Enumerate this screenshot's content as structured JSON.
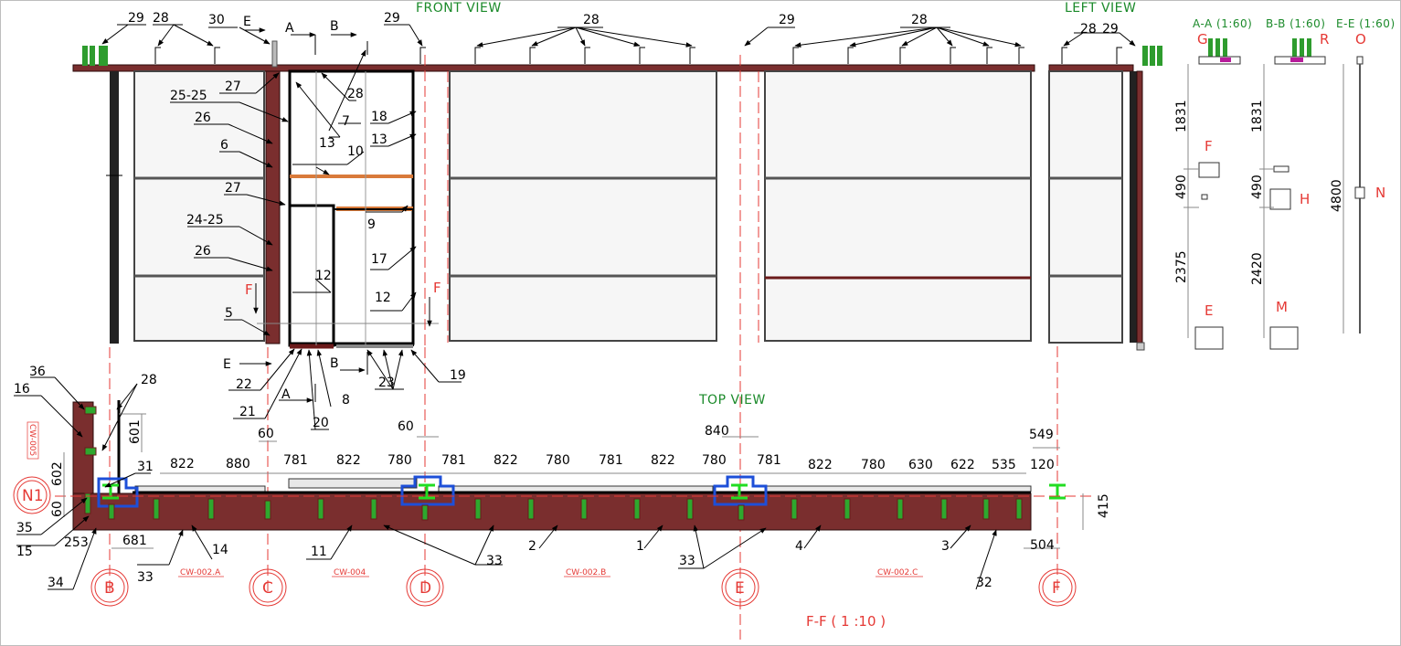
{
  "views": {
    "front": "FRONT VIEW",
    "left": "LEFT VIEW",
    "top": "TOP VIEW",
    "section_aa": "A-A (1:60)",
    "section_bb": "B-B (1:60)",
    "section_ee": "E-E (1:60)",
    "section_ff": "F-F ( 1 :10 )"
  },
  "callouts_front": {
    "c29a": "29",
    "c28a": "28",
    "c30": "30",
    "cE_top": "E",
    "cA_top": "A",
    "cB_top": "B",
    "c29b": "29",
    "c28b": "28",
    "c29c": "29",
    "c28c": "28",
    "c28d": "28",
    "c29d": "29",
    "c27a": "27",
    "c25_25": "25-25",
    "c26a": "26",
    "c6": "6",
    "c27b": "27",
    "c24_25": "24-25",
    "c26b": "26",
    "cF_left": "F",
    "c5": "5",
    "cE_bot": "E",
    "c22": "22",
    "c21": "21",
    "cA_bot": "A",
    "c20": "20",
    "c8": "8",
    "cB_bot": "B",
    "c23": "23",
    "c19": "19",
    "c28e": "28",
    "c7": "7",
    "c13a": "13",
    "c18": "18",
    "c13b": "13",
    "c10": "10",
    "c9": "9",
    "c17": "17",
    "c12a": "12",
    "c12b": "12",
    "cF_right": "F"
  },
  "callouts_top": {
    "c36": "36",
    "c16": "16",
    "c28": "28",
    "c31": "31",
    "c35": "35",
    "c15": "15",
    "c34": "34",
    "c33a": "33",
    "c14": "14",
    "c11": "11",
    "c33b": "33",
    "c2": "2",
    "c1": "1",
    "c33c": "33",
    "c4": "4",
    "c3": "3",
    "c32": "32"
  },
  "drawing_refs": {
    "cw005": "CW-005",
    "cw002a": "CW-002.A",
    "cw004": "CW-004",
    "cw002b": "CW-002.B",
    "cw002c": "CW-002.C"
  },
  "grid_axes": {
    "n1": "N1",
    "b": "B",
    "c": "C",
    "d": "D",
    "e": "E",
    "f": "F"
  },
  "dimensions_top": {
    "d60a": "60",
    "d60b": "60",
    "d840": "840",
    "d549": "549",
    "row": [
      "822",
      "880",
      "781",
      "822",
      "780",
      "781",
      "822",
      "780",
      "781",
      "822",
      "780",
      "781",
      "822",
      "780",
      "630",
      "622",
      "535",
      "120"
    ],
    "d601": "601",
    "d602": "602",
    "d60c": "60",
    "d253": "253",
    "d681": "681",
    "d415": "415",
    "d504": "504"
  },
  "section_letters": {
    "g": "G",
    "r": "R",
    "o": "O",
    "f": "F",
    "h": "H",
    "n": "N",
    "e": "E",
    "m": "M"
  },
  "dimensions_sections": {
    "aa_1831": "1831",
    "aa_490": "490",
    "aa_2375": "2375",
    "bb_1831": "1831",
    "bb_490": "490",
    "bb_2420": "2420",
    "ee_4800": "4800"
  }
}
